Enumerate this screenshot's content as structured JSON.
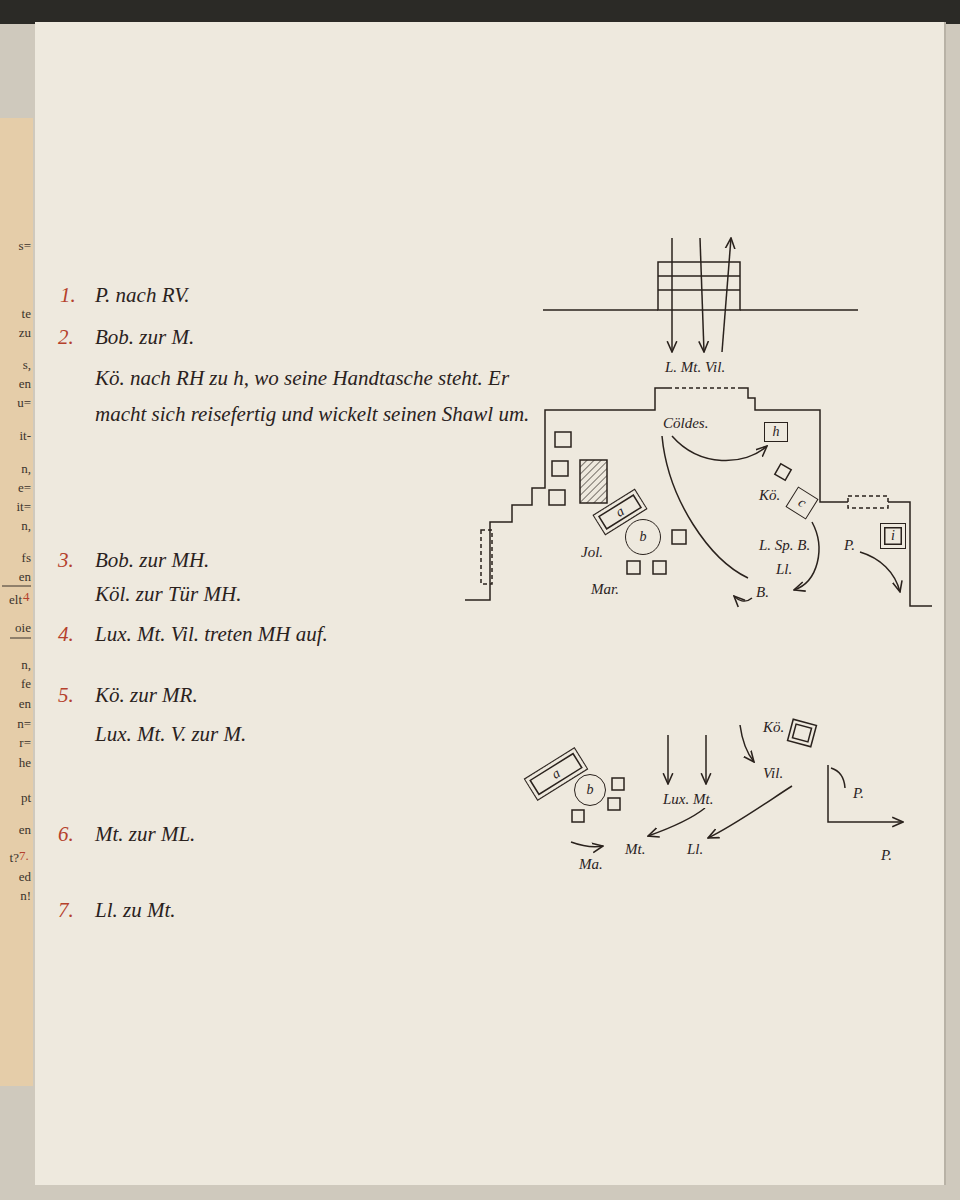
{
  "diagram": {
    "nodes": [
      {
        "text": [
          "h"
        ]
      },
      {
        "text": [
          "c"
        ]
      },
      {
        "text": [
          "a"
        ]
      },
      {
        "text": [
          "b"
        ]
      },
      {
        "text": [
          "i"
        ]
      },
      {
        "text": [
          "a"
        ]
      },
      {
        "text": [
          "b"
        ]
      }
    ],
    "labels": [
      "1.",
      "P. nach RV.",
      "2.",
      "Bob. zur M.",
      "Kö. nach RH zu h, wo seine Handtasche steht. Er macht sich reisefertig und wickelt seinen Shawl um.",
      "3.",
      "Bob. zur MH.",
      "Köl. zur Tür MH.",
      "4.",
      "Lux. Mt. Vil. treten MH auf.",
      "5.",
      "Kö. zur MR.",
      "Lux. Mt. V. zur M.",
      "6.",
      "Mt. zur ML.",
      "7.",
      "Ll. zu Mt.",
      "L. Mt. Vil.",
      "Cöldes.",
      "Kö.",
      "Jol.",
      "Mar.",
      "L. Sp. B.",
      "P.",
      "Ll.",
      "B.",
      "Kö.",
      "Vil.",
      "Lux. Mt.",
      "P.",
      "P.",
      "Ma.",
      "Mt.",
      "Ll.",
      "s=",
      "te",
      "zu",
      "s,",
      "en",
      "u=",
      "it-",
      "n,",
      "e=",
      "it=",
      "n,",
      "fs",
      "en",
      "elt",
      "4",
      "oie",
      "n,",
      "fe",
      "en",
      "n=",
      "r=",
      "he",
      "pt",
      "en",
      "t?",
      "7.",
      "ed",
      "n!"
    ]
  }
}
